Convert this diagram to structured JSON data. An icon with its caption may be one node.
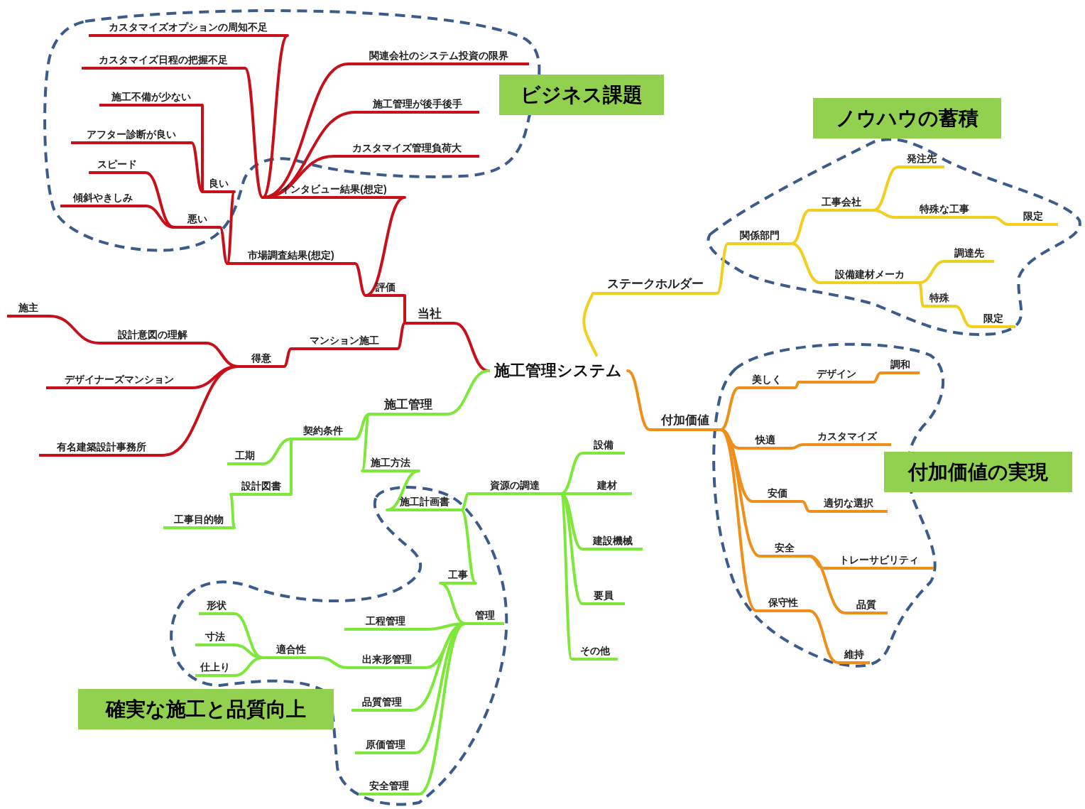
{
  "diagram": {
    "nodes": [
      {
        "text": [
          "施工管理システム"
        ]
      },
      {
        "text": [
          "当社"
        ]
      },
      {
        "text": [
          "評価"
        ]
      },
      {
        "text": [
          "インタビュー結果(想定)"
        ]
      },
      {
        "text": [
          "市場調査結果(想定)"
        ]
      },
      {
        "text": [
          "良い"
        ]
      },
      {
        "text": [
          "悪い"
        ]
      },
      {
        "text": [
          "施工不備が少ない"
        ]
      },
      {
        "text": [
          "アフター診断が良い"
        ]
      },
      {
        "text": [
          "スピード"
        ]
      },
      {
        "text": [
          "傾斜やきしみ"
        ]
      },
      {
        "text": [
          "カスタマイズオプションの周知不足"
        ]
      },
      {
        "text": [
          "カスタマイズ日程の把握不足"
        ]
      },
      {
        "text": [
          "関連会社のシステム投資の限界"
        ]
      },
      {
        "text": [
          "施工管理が後手後手"
        ]
      },
      {
        "text": [
          "カスタマイズ管理負荷大"
        ]
      },
      {
        "text": [
          "マンション施工"
        ]
      },
      {
        "text": [
          "得意"
        ]
      },
      {
        "text": [
          "設計意図の理解"
        ]
      },
      {
        "text": [
          "施主"
        ]
      },
      {
        "text": [
          "デザイナーズマンション"
        ]
      },
      {
        "text": [
          "有名建築設計事務所"
        ]
      },
      {
        "text": [
          "施工管理"
        ]
      },
      {
        "text": [
          "契約条件"
        ]
      },
      {
        "text": [
          "工期"
        ]
      },
      {
        "text": [
          "設計図書"
        ]
      },
      {
        "text": [
          "工事目的物"
        ]
      },
      {
        "text": [
          "施工方法"
        ]
      },
      {
        "text": [
          "施工計画書"
        ]
      },
      {
        "text": [
          "資源の調達"
        ]
      },
      {
        "text": [
          "設備"
        ]
      },
      {
        "text": [
          "建材"
        ]
      },
      {
        "text": [
          "建設機械"
        ]
      },
      {
        "text": [
          "要員"
        ]
      },
      {
        "text": [
          "その他"
        ]
      },
      {
        "text": [
          "工事"
        ]
      },
      {
        "text": [
          "管理"
        ]
      },
      {
        "text": [
          "工程管理"
        ]
      },
      {
        "text": [
          "出来形管理"
        ]
      },
      {
        "text": [
          "品質管理"
        ]
      },
      {
        "text": [
          "原価管理"
        ]
      },
      {
        "text": [
          "安全管理"
        ]
      },
      {
        "text": [
          "適合性"
        ]
      },
      {
        "text": [
          "形状"
        ]
      },
      {
        "text": [
          "寸法"
        ]
      },
      {
        "text": [
          "仕上り"
        ]
      },
      {
        "text": [
          "ステークホルダー"
        ]
      },
      {
        "text": [
          "関係部門"
        ]
      },
      {
        "text": [
          "工事会社"
        ]
      },
      {
        "text": [
          "発注先"
        ]
      },
      {
        "text": [
          "特殊な工事"
        ]
      },
      {
        "text": [
          "限定"
        ]
      },
      {
        "text": [
          "設備建材メーカ"
        ]
      },
      {
        "text": [
          "調達先"
        ]
      },
      {
        "text": [
          "特殊"
        ]
      },
      {
        "text": [
          "限定"
        ]
      },
      {
        "text": [
          "付加価値"
        ]
      },
      {
        "text": [
          "美しく"
        ]
      },
      {
        "text": [
          "デザイン"
        ]
      },
      {
        "text": [
          "調和"
        ]
      },
      {
        "text": [
          "快適"
        ]
      },
      {
        "text": [
          "カスタマイズ"
        ]
      },
      {
        "text": [
          "安価"
        ]
      },
      {
        "text": [
          "適切な選択"
        ]
      },
      {
        "text": [
          "安全"
        ]
      },
      {
        "text": [
          "トレーサビリティ"
        ]
      },
      {
        "text": [
          "品質"
        ]
      },
      {
        "text": [
          "保守性"
        ]
      },
      {
        "text": [
          "維持"
        ]
      },
      {
        "text": [
          "ビジネス課題"
        ]
      },
      {
        "text": [
          "ノウハウの蓄積"
        ]
      },
      {
        "text": [
          "付加価値の実現"
        ]
      },
      {
        "text": [
          "確実な施工と品質向上"
        ]
      }
    ],
    "edges": [
      {
        "from": 0,
        "to": 1,
        "arrow": "none",
        "color": "#c8101a"
      },
      {
        "from": 1,
        "to": 2,
        "arrow": "none",
        "color": "#c8101a"
      },
      {
        "from": 2,
        "to": 3,
        "arrow": "none",
        "color": "#c8101a"
      },
      {
        "from": 2,
        "to": 4,
        "arrow": "none",
        "color": "#c8101a"
      },
      {
        "from": 4,
        "to": 5,
        "arrow": "none",
        "color": "#c8101a"
      },
      {
        "from": 4,
        "to": 6,
        "arrow": "none",
        "color": "#c8101a"
      },
      {
        "from": 5,
        "to": 7,
        "arrow": "none",
        "color": "#c8101a"
      },
      {
        "from": 5,
        "to": 8,
        "arrow": "none",
        "color": "#c8101a"
      },
      {
        "from": 6,
        "to": 9,
        "arrow": "none",
        "color": "#c8101a"
      },
      {
        "from": 6,
        "to": 10,
        "arrow": "none",
        "color": "#c8101a"
      },
      {
        "from": 3,
        "to": 11,
        "arrow": "none",
        "color": "#c8101a"
      },
      {
        "from": 3,
        "to": 12,
        "arrow": "none",
        "color": "#c8101a"
      },
      {
        "from": 3,
        "to": 13,
        "arrow": "none",
        "color": "#c8101a"
      },
      {
        "from": 3,
        "to": 14,
        "arrow": "none",
        "color": "#c8101a"
      },
      {
        "from": 3,
        "to": 15,
        "arrow": "none",
        "color": "#c8101a"
      },
      {
        "from": 1,
        "to": 16,
        "arrow": "none",
        "color": "#c8101a"
      },
      {
        "from": 16,
        "to": 17,
        "arrow": "none",
        "color": "#c8101a"
      },
      {
        "from": 17,
        "to": 18,
        "arrow": "none",
        "color": "#c8101a"
      },
      {
        "from": 18,
        "to": 19,
        "arrow": "none",
        "color": "#c8101a"
      },
      {
        "from": 17,
        "to": 20,
        "arrow": "none",
        "color": "#c8101a"
      },
      {
        "from": 17,
        "to": 21,
        "arrow": "none",
        "color": "#c8101a"
      },
      {
        "from": 0,
        "to": 22,
        "arrow": "none",
        "color": "#7ee83a"
      },
      {
        "from": 22,
        "to": 23,
        "arrow": "none",
        "color": "#7ee83a"
      },
      {
        "from": 23,
        "to": 24,
        "arrow": "none",
        "color": "#7ee83a"
      },
      {
        "from": 23,
        "to": 25,
        "arrow": "none",
        "color": "#7ee83a"
      },
      {
        "from": 25,
        "to": 26,
        "arrow": "none",
        "color": "#7ee83a"
      },
      {
        "from": 22,
        "to": 27,
        "arrow": "none",
        "color": "#7ee83a"
      },
      {
        "from": 27,
        "to": 28,
        "arrow": "none",
        "color": "#7ee83a"
      },
      {
        "from": 28,
        "to": 29,
        "arrow": "none",
        "color": "#7ee83a"
      },
      {
        "from": 29,
        "to": 30,
        "arrow": "none",
        "color": "#7ee83a"
      },
      {
        "from": 29,
        "to": 31,
        "arrow": "none",
        "color": "#7ee83a"
      },
      {
        "from": 29,
        "to": 32,
        "arrow": "none",
        "color": "#7ee83a"
      },
      {
        "from": 29,
        "to": 33,
        "arrow": "none",
        "color": "#7ee83a"
      },
      {
        "from": 29,
        "to": 34,
        "arrow": "none",
        "color": "#7ee83a"
      },
      {
        "from": 28,
        "to": 35,
        "arrow": "none",
        "color": "#7ee83a"
      },
      {
        "from": 35,
        "to": 36,
        "arrow": "none",
        "color": "#7ee83a"
      },
      {
        "from": 36,
        "to": 37,
        "arrow": "none",
        "color": "#7ee83a"
      },
      {
        "from": 36,
        "to": 38,
        "arrow": "none",
        "color": "#7ee83a"
      },
      {
        "from": 36,
        "to": 39,
        "arrow": "none",
        "color": "#7ee83a"
      },
      {
        "from": 36,
        "to": 40,
        "arrow": "none",
        "color": "#7ee83a"
      },
      {
        "from": 36,
        "to": 41,
        "arrow": "none",
        "color": "#7ee83a"
      },
      {
        "from": 38,
        "to": 42,
        "arrow": "none",
        "color": "#7ee83a"
      },
      {
        "from": 42,
        "to": 43,
        "arrow": "none",
        "color": "#7ee83a"
      },
      {
        "from": 42,
        "to": 44,
        "arrow": "none",
        "color": "#7ee83a"
      },
      {
        "from": 42,
        "to": 45,
        "arrow": "none",
        "color": "#7ee83a"
      },
      {
        "from": 0,
        "to": 46,
        "arrow": "none",
        "color": "#f2cf1f"
      },
      {
        "from": 46,
        "to": 47,
        "arrow": "none",
        "color": "#f2cf1f"
      },
      {
        "from": 47,
        "to": 48,
        "arrow": "none",
        "color": "#f2cf1f"
      },
      {
        "from": 48,
        "to": 49,
        "arrow": "none",
        "color": "#f2cf1f"
      },
      {
        "from": 48,
        "to": 50,
        "arrow": "none",
        "color": "#f2cf1f"
      },
      {
        "from": 50,
        "to": 51,
        "arrow": "none",
        "color": "#f2cf1f"
      },
      {
        "from": 47,
        "to": 52,
        "arrow": "none",
        "color": "#f2cf1f"
      },
      {
        "from": 52,
        "to": 53,
        "arrow": "none",
        "color": "#f2cf1f"
      },
      {
        "from": 52,
        "to": 54,
        "arrow": "none",
        "color": "#f2cf1f"
      },
      {
        "from": 54,
        "to": 55,
        "arrow": "none",
        "color": "#f2cf1f"
      },
      {
        "from": 0,
        "to": 56,
        "arrow": "none",
        "color": "#ef8f1a"
      },
      {
        "from": 56,
        "to": 57,
        "arrow": "none",
        "color": "#ef8f1a"
      },
      {
        "from": 57,
        "to": 58,
        "arrow": "none",
        "color": "#ef8f1a"
      },
      {
        "from": 58,
        "to": 59,
        "arrow": "none",
        "color": "#ef8f1a"
      },
      {
        "from": 56,
        "to": 60,
        "arrow": "none",
        "color": "#ef8f1a"
      },
      {
        "from": 60,
        "to": 61,
        "arrow": "none",
        "color": "#ef8f1a"
      },
      {
        "from": 56,
        "to": 62,
        "arrow": "none",
        "color": "#ef8f1a"
      },
      {
        "from": 62,
        "to": 63,
        "arrow": "none",
        "color": "#ef8f1a"
      },
      {
        "from": 56,
        "to": 64,
        "arrow": "none",
        "color": "#ef8f1a"
      },
      {
        "from": 64,
        "to": 65,
        "arrow": "none",
        "color": "#ef8f1a"
      },
      {
        "from": 64,
        "to": 66,
        "arrow": "none",
        "color": "#ef8f1a"
      },
      {
        "from": 56,
        "to": 67,
        "arrow": "none",
        "color": "#ef8f1a"
      },
      {
        "from": 67,
        "to": 68,
        "arrow": "none",
        "color": "#ef8f1a"
      }
    ]
  }
}
